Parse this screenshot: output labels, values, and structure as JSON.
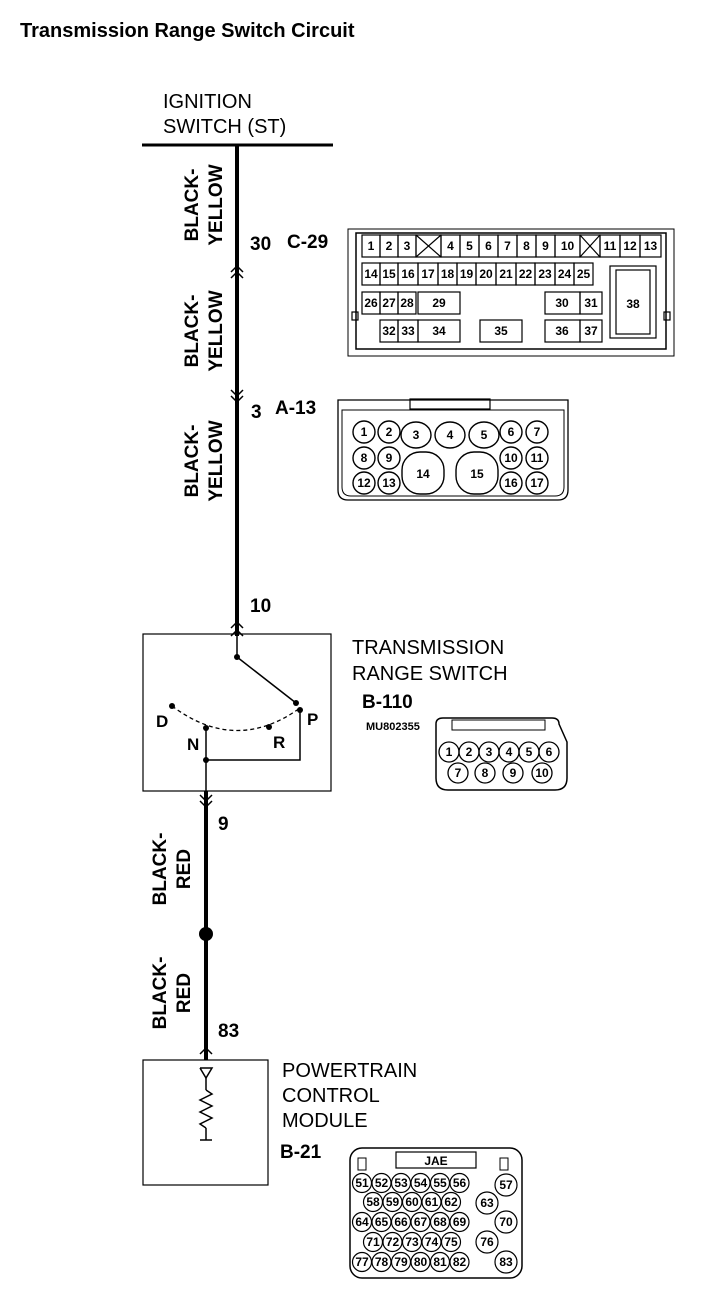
{
  "title": "Transmission Range Switch Circuit",
  "ignition": {
    "line1": "IGNITION",
    "line2": "SWITCH (ST)"
  },
  "wires": {
    "w1": [
      "BLACK-",
      "YELLOW"
    ],
    "w2": [
      "BLACK-",
      "YELLOW"
    ],
    "w3": [
      "BLACK-",
      "YELLOW"
    ],
    "w4": [
      "BLACK-",
      "RED"
    ],
    "w5": [
      "BLACK-",
      "RED"
    ]
  },
  "pins": {
    "p30": "30",
    "p3": "3",
    "p10": "10",
    "p9": "9",
    "p83": "83"
  },
  "connectors": {
    "c29": {
      "name": "C-29",
      "row1": [
        "1",
        "2",
        "3",
        "4",
        "5",
        "6",
        "7",
        "8",
        "9",
        "10",
        "11",
        "12",
        "13"
      ],
      "row2": [
        "14",
        "15",
        "16",
        "17",
        "18",
        "19",
        "20",
        "21",
        "22",
        "23",
        "24",
        "25"
      ],
      "row3": [
        "26",
        "27",
        "28",
        "29",
        "30",
        "31",
        "38"
      ],
      "row4": [
        "32",
        "33",
        "34",
        "35",
        "36",
        "37"
      ]
    },
    "a13": {
      "name": "A-13",
      "pins": [
        "1",
        "2",
        "3",
        "4",
        "5",
        "6",
        "7",
        "8",
        "9",
        "10",
        "11",
        "12",
        "13",
        "14",
        "15",
        "16",
        "17"
      ]
    },
    "b110": {
      "name": "B-110",
      "part": "MU802355",
      "pins": [
        "1",
        "2",
        "3",
        "4",
        "5",
        "6",
        "7",
        "8",
        "9",
        "10"
      ]
    },
    "b21": {
      "name": "B-21",
      "maker": "JAE",
      "pins": [
        "51",
        "52",
        "53",
        "54",
        "55",
        "56",
        "57",
        "58",
        "59",
        "60",
        "61",
        "62",
        "63",
        "64",
        "65",
        "66",
        "67",
        "68",
        "69",
        "70",
        "71",
        "72",
        "73",
        "74",
        "75",
        "76",
        "77",
        "78",
        "79",
        "80",
        "81",
        "82",
        "83"
      ]
    }
  },
  "switch": {
    "label_line1": "TRANSMISSION",
    "label_line2": "RANGE SWITCH",
    "positions": [
      "D",
      "N",
      "R",
      "P"
    ]
  },
  "pcm": {
    "line1": "POWERTRAIN",
    "line2": "CONTROL",
    "line3": "MODULE"
  }
}
